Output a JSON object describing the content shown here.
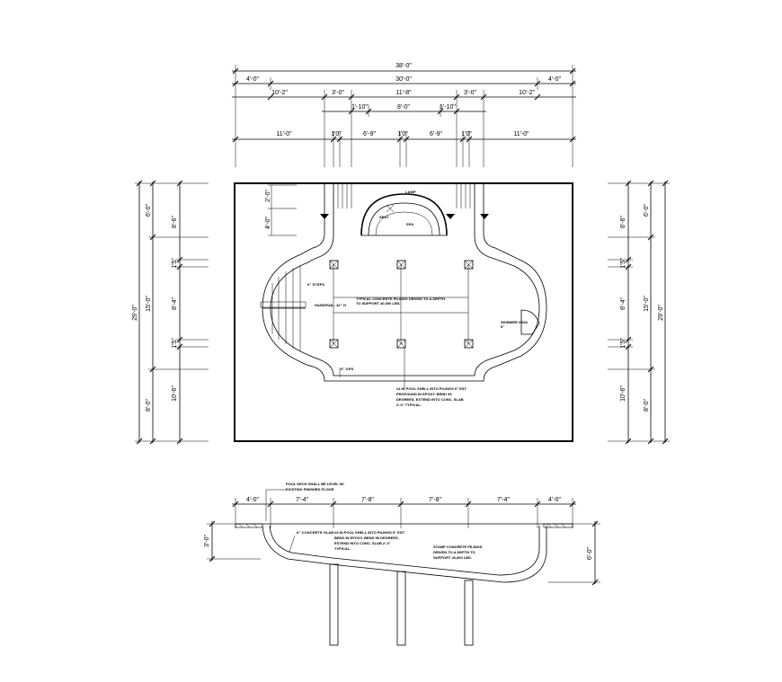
{
  "plan_dimensions": {
    "top": {
      "row1": [
        "38'-0\""
      ],
      "row2": [
        "4'-0\"",
        "30'-0\"",
        "4'-0\""
      ],
      "row3": [
        "10'-2\"",
        "3'-0\"",
        "11'-8\"",
        "3'-0\"",
        "10'-2\""
      ],
      "row4": [
        "1'-10\"",
        "8'-0\"",
        "1'-10\""
      ],
      "row5": [
        "11'-0\"",
        "1'0\"",
        "6'-9\"",
        "1'0\"",
        "6'-9\"",
        "1'0\"",
        "11'-0\""
      ]
    },
    "left": {
      "outer": [
        "29'-0\""
      ],
      "middle": [
        "6'-0\"",
        "15'-0\"",
        "8'-0\""
      ],
      "inner": [
        "8'-6\"",
        "1'5\"",
        "8'-4\"",
        "1'5\"",
        "10'-6\""
      ]
    },
    "right": {
      "outer": [
        "29'-0\""
      ],
      "middle": [
        "6'-0\"",
        "15'-0\"",
        "8'-0\""
      ],
      "inner": [
        "8'-6\"",
        "1'5\"",
        "8'-4\"",
        "1'5\"",
        "10'-6\""
      ]
    }
  },
  "plan_notes": {
    "side_left": "2'-0\"",
    "side_left_2": "4'-0\"",
    "lamp": "LAMP",
    "seat": "SEAT",
    "spa": "SPA",
    "steps": "6\" STEPS",
    "handrail": "HANDRAIL, 42\" H",
    "pilings": "TYPICAL CONCRETE PILINGS DRIVEN TO A DEPTH TO SUPPORT 40,000 LBS.",
    "gps": "6\" GPS",
    "skimmer": "SKIMMER 4'DIA 6\"",
    "rebar": "#4 IN POOL SHELL INTO PILINGS 6\" EST. PROFOUND IN EPOXY. BEND 90 DEGREES, EXTEND INTO CONC. SLAB 2'-0\" TYPICAL."
  },
  "section_dimensions": [
    "4'-0\"",
    "7'-4\"",
    "7'-8\"",
    "7'-8\"",
    "7'-4\"",
    "4'-0\""
  ],
  "section_notes": {
    "deck": "POOL DECK SHALL BE LEVEL W/ EXISTING FINISHED FLOOR",
    "depth_left": "3'-0\"",
    "depth_right": "6'-0\"",
    "concrete": "6\" CONCRETE SLAB",
    "rebar": "#4 IN POOL SHELL INTO PILINGS 6\" EST. BEND IN EPOXY. BEND 90 DEGREES, EXTEND INTO CONC. SLAB 2'-0\" TYPICAL.",
    "pilings": "STAMP CONCRETE PILINGS DRIVEN TO A DEPTH TO SUPPORT 40,000 LBS."
  }
}
